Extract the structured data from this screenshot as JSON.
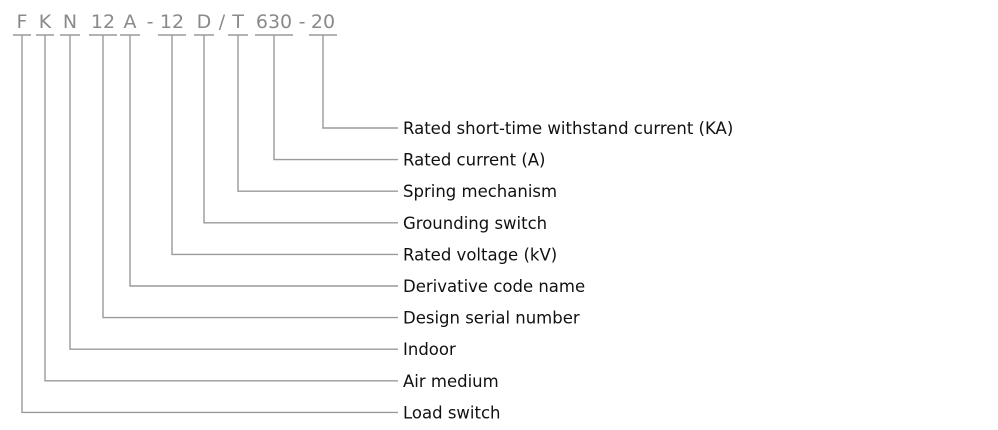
{
  "model_code": {
    "segments": [
      "F",
      "K",
      "N",
      "12",
      "A",
      "-",
      "12",
      "D",
      "/",
      "T",
      "630",
      "-",
      "20"
    ]
  },
  "legend": [
    {
      "code": "20",
      "label": "Rated short-time withstand current (KA)"
    },
    {
      "code": "630",
      "label": "Rated current (A)"
    },
    {
      "code": "T",
      "label": "Spring mechanism"
    },
    {
      "code": "D",
      "label": "Grounding switch"
    },
    {
      "code": "12",
      "label": "Rated voltage (kV)"
    },
    {
      "code": "A",
      "label": "Derivative code name"
    },
    {
      "code": "12",
      "label": "Design serial number"
    },
    {
      "code": "N",
      "label": "Indoor"
    },
    {
      "code": "K",
      "label": "Air medium"
    },
    {
      "code": "F",
      "label": "Load switch"
    }
  ],
  "colors": {
    "code_text": "#8a8a8a",
    "lines": "#9a9a9a",
    "label_text": "#111111"
  }
}
